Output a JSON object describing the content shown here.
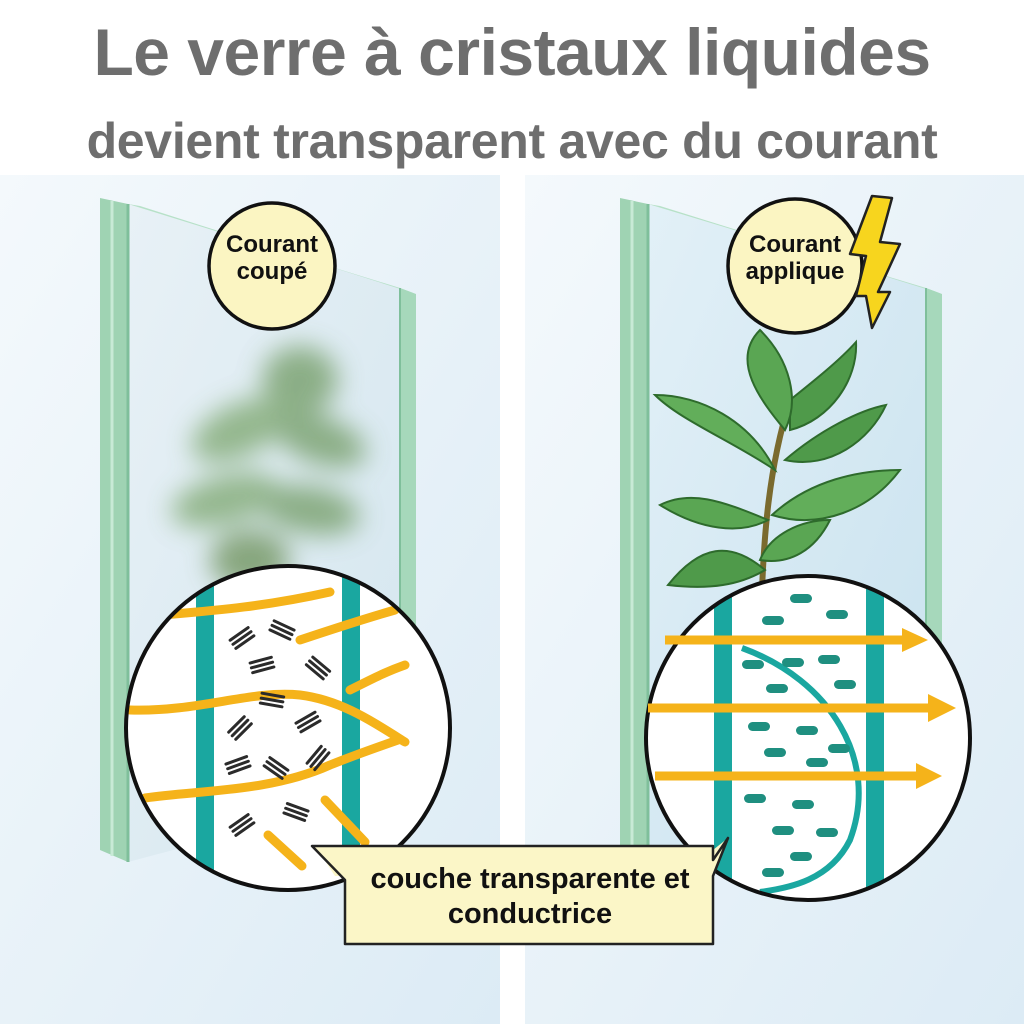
{
  "title": {
    "line1": "Le verre à cristaux liquides",
    "line2": "devient transparent avec du courant"
  },
  "panels": {
    "off": {
      "label": "Courant coupé"
    },
    "on": {
      "label": "Courant applique"
    }
  },
  "callout": {
    "label": "couche transparente et conductrice"
  },
  "icons": {
    "off_panel": [
      "frosted-glass-pane",
      "blurred-plant-icon",
      "magnifier-circle",
      "scattered-light-rays",
      "random-crystals-icon"
    ],
    "on_panel": [
      "clear-glass-pane",
      "plant-icon",
      "lightning-bolt-icon",
      "magnifier-circle",
      "straight-light-arrows",
      "aligned-crystals-icon"
    ]
  },
  "colors": {
    "title_gray": "#6e6e6e",
    "glass_edge": "#8fcaa8",
    "electrode_teal": "#1aa7a0",
    "light_ray_orange": "#f5b31a",
    "label_circle_fill": "#fbf5c2",
    "callout_fill": "#fbf6c7",
    "bolt_yellow": "#f7d51e"
  }
}
